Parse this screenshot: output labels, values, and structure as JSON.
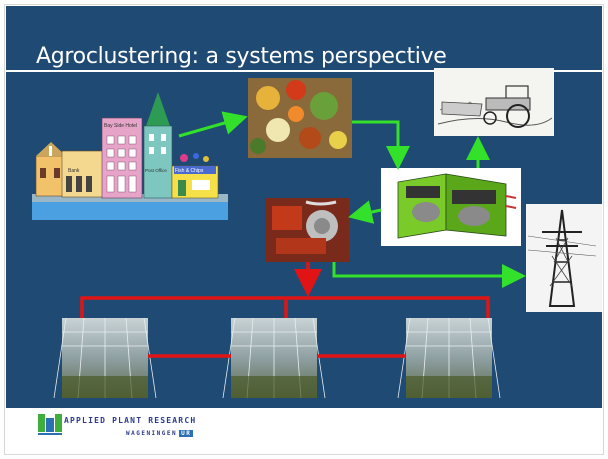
{
  "slide": {
    "title": "Agroclustering: a systems perspective"
  },
  "images": {
    "town": "town-illustration",
    "food_waste": "food-waste-photo",
    "tractor": "tractor-sketch",
    "digester": "biogas-digester-diagram",
    "engine": "chp-engine-photo",
    "power_pylon": "power-pylon-photo",
    "greenhouse_1": "greenhouse-photo",
    "greenhouse_2": "greenhouse-photo",
    "greenhouse_3": "greenhouse-photo"
  },
  "town_signs": {
    "hotel": "Bay Side Hotel",
    "post_office": "Post Office",
    "fish": "Fish & Chips",
    "bank": "Bank"
  },
  "colors": {
    "background": "#1e4a73",
    "green_arrow": "#33e02a",
    "red_line": "#e01414",
    "logo_text": "#2b3a8f"
  },
  "footer": {
    "org_name": "APPLIED PLANT RESEARCH",
    "university": "WAGENINGEN",
    "university_badge": "UR"
  }
}
